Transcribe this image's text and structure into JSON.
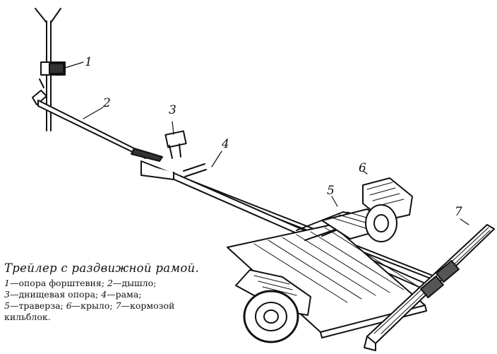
{
  "labels": [
    {
      "num": "1",
      "name": "опора форштевня"
    },
    {
      "num": "2",
      "name": "дышло"
    },
    {
      "num": "3",
      "name": "днищевая опора"
    },
    {
      "num": "4",
      "name": "рама"
    },
    {
      "num": "5",
      "name": "траверза"
    },
    {
      "num": "6",
      "name": "крыло"
    },
    {
      "num": "7",
      "name": "кормозой кильблок"
    }
  ],
  "caption": {
    "title": "Трейлер с раздвижной рамой.",
    "lines": [
      [
        "1",
        "—опора форштевня; ",
        "2",
        "—дышло;"
      ],
      [
        "3",
        "—днищевая опора; ",
        "4",
        "—рама;"
      ],
      [
        "5",
        "—траверза; ",
        "6",
        "—крыло; ",
        "7",
        "—кормозой"
      ],
      [
        "кильблок."
      ]
    ]
  }
}
